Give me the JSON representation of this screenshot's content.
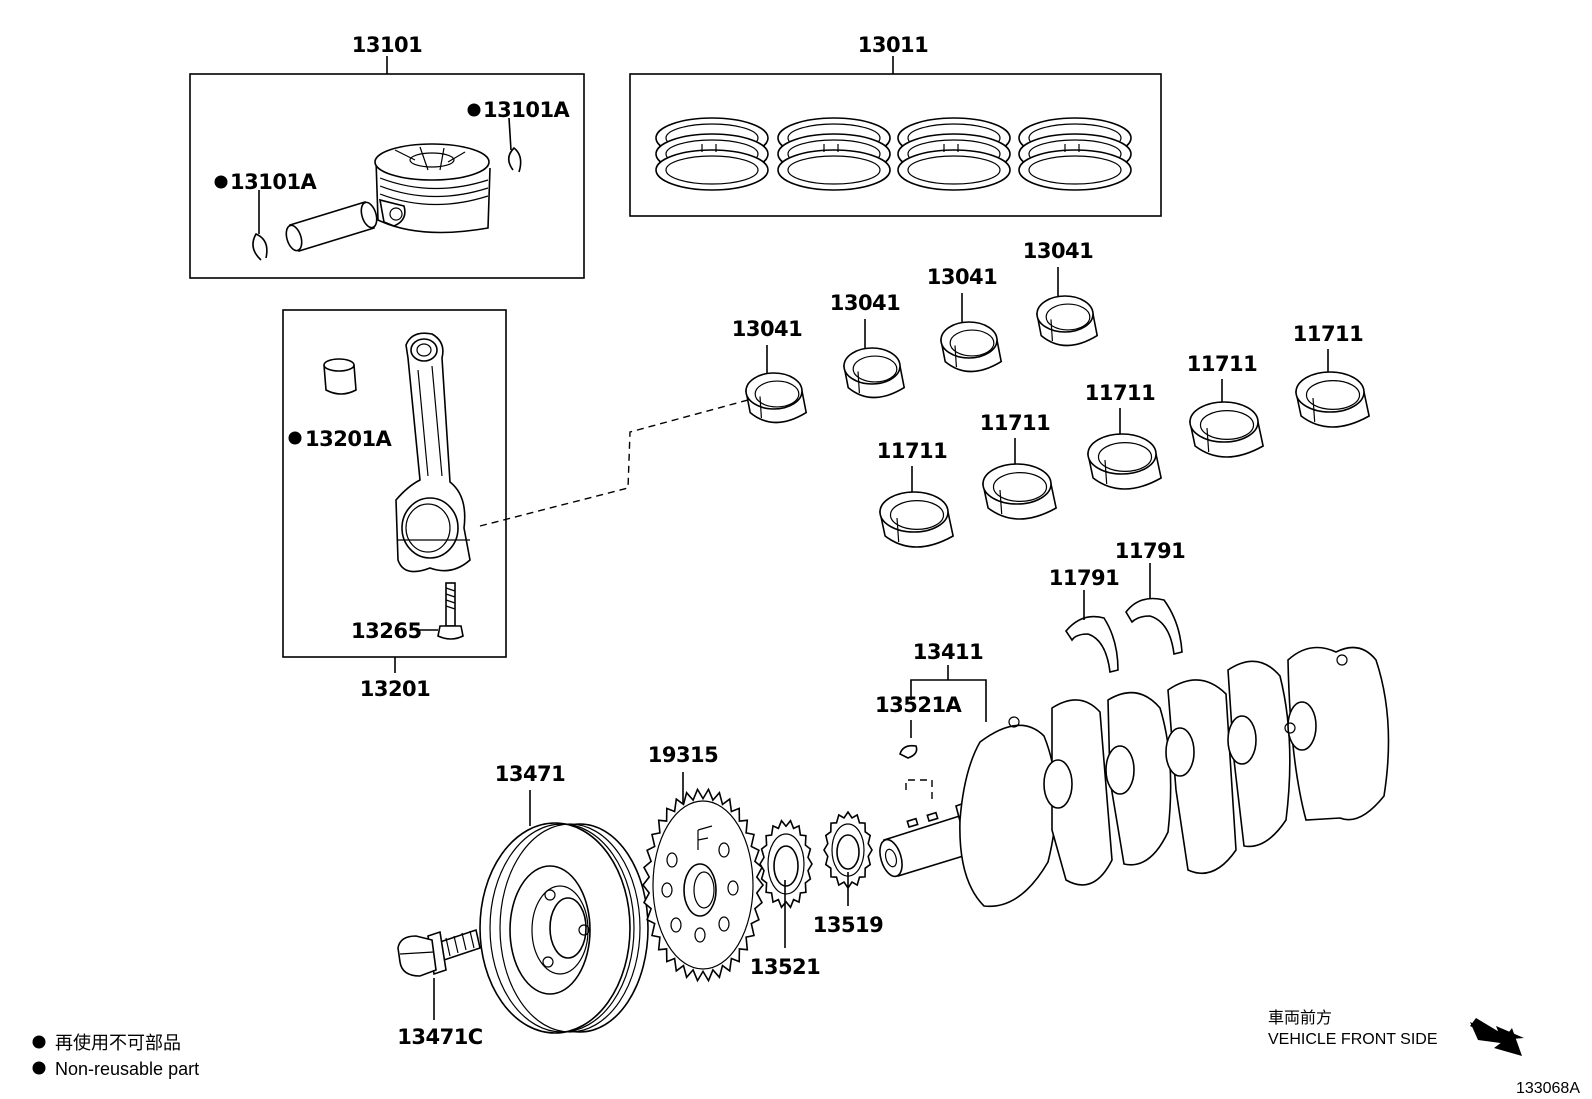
{
  "labels": {
    "piston_set": "13101",
    "ring_set": "13011",
    "snap_ring_right": "13101A",
    "snap_ring_left": "13101A",
    "con_rod_bushing": "13201A",
    "con_rod_bolt": "13265",
    "con_rod_assy": "13201",
    "rod_bearing_1": "13041",
    "rod_bearing_2": "13041",
    "rod_bearing_3": "13041",
    "rod_bearing_4": "13041",
    "main_bearing_1": "11711",
    "main_bearing_2": "11711",
    "main_bearing_3": "11711",
    "main_bearing_4": "11711",
    "main_bearing_5": "11711",
    "thrust_washer_1": "11791",
    "thrust_washer_2": "11791",
    "crankshaft": "13411",
    "crank_key": "13521A",
    "pulley": "13471",
    "timing_rotor": "19315",
    "crank_sprocket": "13521",
    "oil_pump_sprocket": "13519",
    "pulley_bolt": "13471C"
  },
  "legend": {
    "jp_text": "再使用不可部品",
    "en_text": "Non-reusable part"
  },
  "direction": {
    "jp_text": "車両前方",
    "en_text": "VEHICLE FRONT SIDE"
  },
  "figure_code": "133068A"
}
